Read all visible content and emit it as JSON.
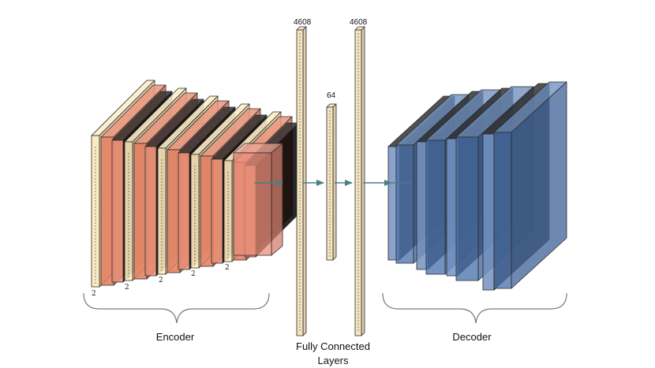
{
  "encoder": {
    "label": "Encoder",
    "stride_labels": [
      "2",
      "2",
      "2",
      "2",
      "2"
    ]
  },
  "fully_connected": {
    "label_line1": "Fully Connected",
    "label_line2": "Layers",
    "sizes": [
      "4608",
      "64",
      "4608"
    ]
  },
  "decoder": {
    "label": "Decoder"
  },
  "colors": {
    "encoder_input": "#fde9bb",
    "encoder_conv": "#e37b5e",
    "encoder_pool": "#f0a86a",
    "fc": "#f4e4bf",
    "decoder": "#5077b0",
    "arrow": "#4a7f85"
  }
}
